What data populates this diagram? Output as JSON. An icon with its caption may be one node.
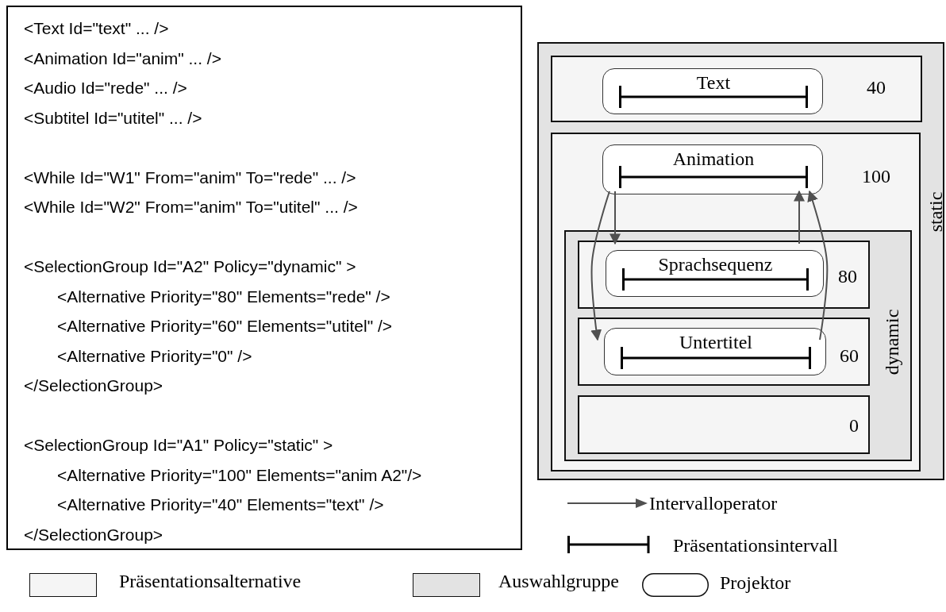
{
  "diagram": {
    "nodes": [
      {
        "text": [
          "<Text Id=\"text\" ... />",
          "<Animation Id=\"anim\" ... />",
          "<Audio Id=\"rede\" ... />",
          "<Subtitel Id=\"utitel\" ... />",
          "<While Id=\"W1\" From=\"anim\" To=\"rede\" ... />",
          "<While Id=\"W2\" From=\"anim\" To=\"utitel\" ... />",
          "<SelectionGroup Id=\"A2\" Policy=\"dynamic\" >",
          "<Alternative Priority=\"80\" Elements=\"rede\" />",
          "<Alternative Priority=\"60\" Elements=\"utitel\" />",
          "<Alternative Priority=\"0\" />",
          "</SelectionGroup>",
          "<SelectionGroup Id=\"A1\" Policy=\"static\" >",
          "<Alternative Priority=\"100\" Elements=\"anim A2\"/>",
          "<Alternative Priority=\"40\" Elements=\"text\" />",
          "</SelectionGroup>"
        ]
      },
      {
        "text": [
          "static"
        ]
      },
      {
        "text": [
          "40"
        ],
        "in": 1
      },
      {
        "text": [
          "Text"
        ],
        "in": 2
      },
      {
        "text": [
          "100"
        ],
        "in": 1
      },
      {
        "text": [
          "Animation"
        ],
        "in": 4
      },
      {
        "text": [
          "dynamic"
        ],
        "in": 4
      },
      {
        "text": [
          "80"
        ],
        "in": 6
      },
      {
        "text": [
          "Sprachsequenz"
        ],
        "in": 7
      },
      {
        "text": [
          "60"
        ],
        "in": 6
      },
      {
        "text": [
          "Untertitel"
        ],
        "in": 9
      },
      {
        "text": [
          "0"
        ],
        "in": 6
      }
    ],
    "edges": [
      {
        "from": 5,
        "to": 8,
        "arrow": "to"
      },
      {
        "from": 5,
        "to": 10,
        "arrow": "to"
      },
      {
        "from": 8,
        "to": 5,
        "arrow": "to"
      },
      {
        "from": 10,
        "to": 5,
        "arrow": "to"
      }
    ],
    "legend": [
      {
        "text": "Intervalloperator"
      },
      {
        "text": "Präsentationsintervall"
      },
      {
        "text": "Präsentationsalternative",
        "color": "#f5f5f5"
      },
      {
        "text": "Auswahlgruppe",
        "color": "#e3e3e3"
      },
      {
        "text": "Projektor"
      }
    ]
  }
}
